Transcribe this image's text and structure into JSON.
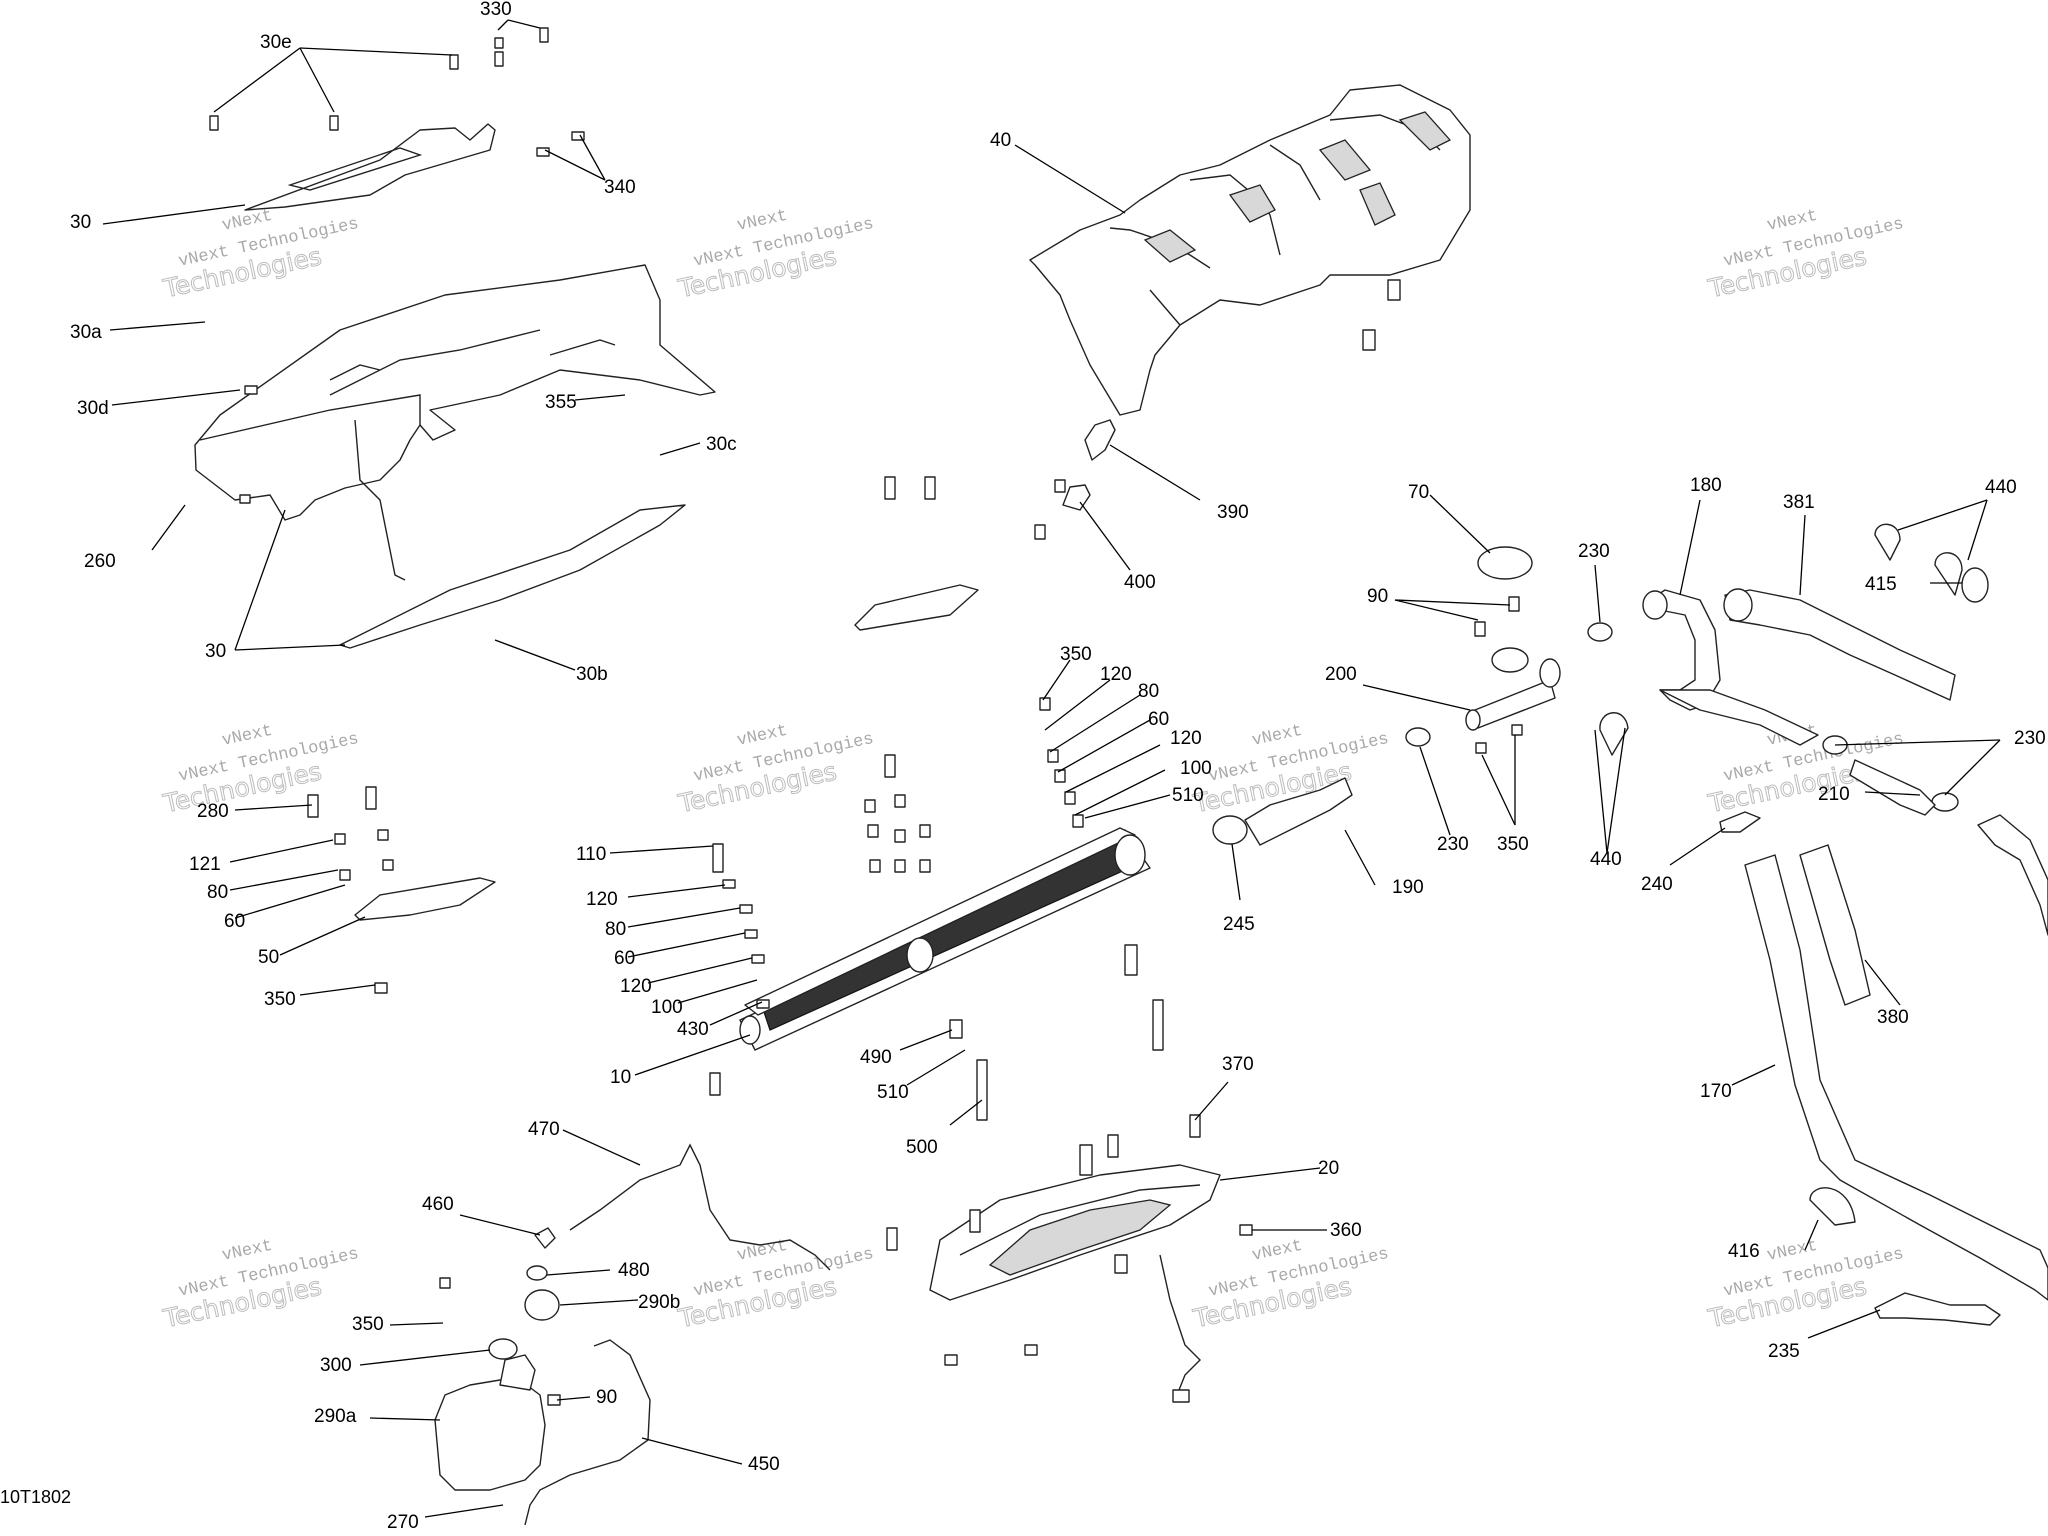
{
  "document_id": "10T1802",
  "watermark": {
    "line1": "vNext",
    "line2": "vNext Technologies",
    "line3": "Technologies"
  },
  "callouts": [
    "330",
    "30e",
    "340",
    "30",
    "30a",
    "30d",
    "355",
    "30c",
    "260",
    "30",
    "30b",
    "40",
    "390",
    "400",
    "70",
    "90",
    "230",
    "200",
    "230",
    "350",
    "180",
    "381",
    "440",
    "415",
    "440",
    "230",
    "210",
    "240",
    "380",
    "170",
    "416",
    "235",
    "280",
    "121",
    "80",
    "60",
    "50",
    "350",
    "110",
    "120",
    "80",
    "60",
    "120",
    "100",
    "430",
    "10",
    "350",
    "120",
    "80",
    "60",
    "120",
    "100",
    "510",
    "190",
    "245",
    "490",
    "510",
    "500",
    "370",
    "20",
    "360",
    "470",
    "460",
    "480",
    "290b",
    "350",
    "300",
    "90",
    "290a",
    "450",
    "270"
  ]
}
